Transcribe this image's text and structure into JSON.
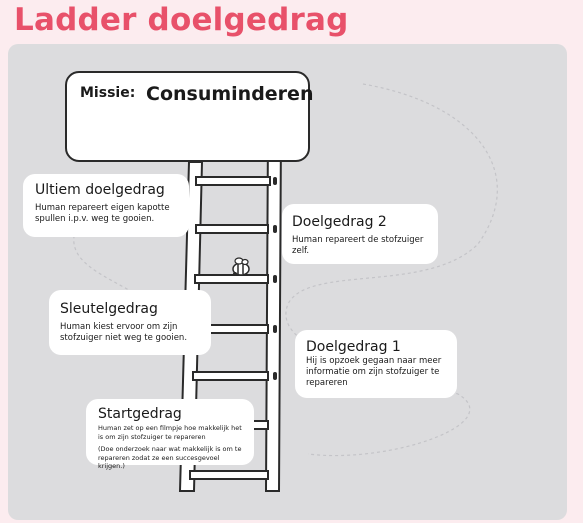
{
  "title": "Ladder doelgedrag",
  "mission": {
    "label": "Missie:",
    "value": "Consuminderen"
  },
  "cards": {
    "ultiem": {
      "heading": "Ultiem doelgedrag",
      "text": "Human repareert eigen kapotte spullen i.p.v. weg te gooien."
    },
    "doel2": {
      "heading": "Doelgedrag 2",
      "text": "Human repareert de stofzuiger zelf."
    },
    "sleutel": {
      "heading": "Sleutelgedrag",
      "text": "Human kiest ervoor om zijn stofzuiger niet weg te gooien."
    },
    "doel1": {
      "heading": "Doelgedrag 1",
      "text": "Hij is opzoek gegaan naar meer informatie om zijn stofzuiger te repareren"
    },
    "start": {
      "heading": "Startgedrag",
      "text": "Human zet op een filmpje hoe makkelijk het is om zijn stofzuiger te repareren",
      "note": "(Doe onderzoek naar wat makkelijk is om te repareren zodat ze een succesgevoel krijgen.)"
    }
  },
  "colors": {
    "title": "#e8516a",
    "panel": "#dcdcde",
    "ink": "#2a2a2a"
  },
  "icons": [
    "ladder-icon",
    "bee-icon"
  ]
}
